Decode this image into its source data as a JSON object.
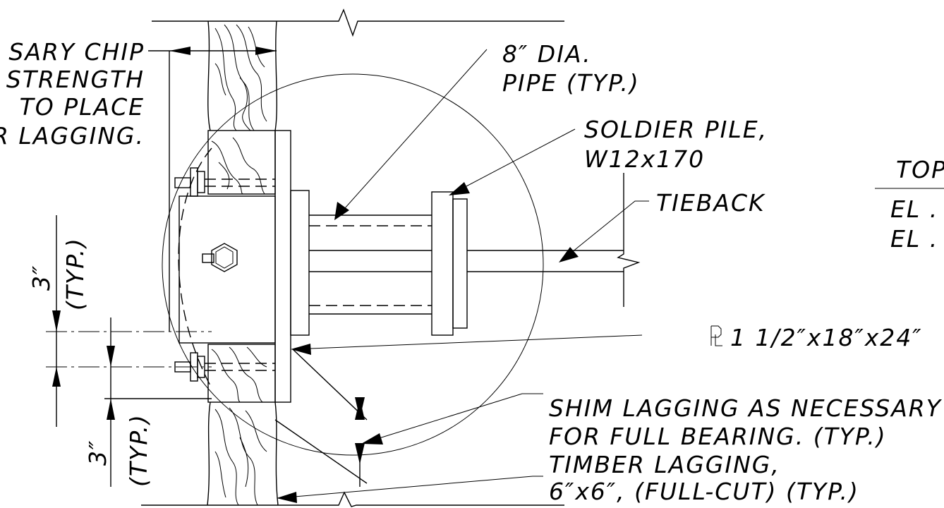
{
  "notes": {
    "chip_line1": "SARY CHIP",
    "chip_line2": "STRENGTH",
    "chip_line3": "TO PLACE",
    "chip_line4": "R LAGGING.",
    "pipe_line1": "8″ DIA.",
    "pipe_line2": "PIPE (TYP.)",
    "pile_line1": "SOLDIER PILE,",
    "pile_line2": "W12x170",
    "tieback": "TIEBACK",
    "plate": "1 1/2″x18″x24″",
    "shim_line1": "SHIM LAGGING AS NECESSARY",
    "shim_line2": "FOR FULL BEARING.  (TYP.)",
    "timber_line1": "TIMBER LAGGING,",
    "timber_line2": "6″x6″, (FULL-CUT) (TYP.)",
    "top_label": "TOP",
    "el_label_1": "EL .",
    "el_label_2": "EL .",
    "dim_top_value": "3″",
    "dim_top_typ": "(TYP.)",
    "dim_bottom_value": "3″",
    "dim_bottom_typ": "(TYP.)"
  }
}
